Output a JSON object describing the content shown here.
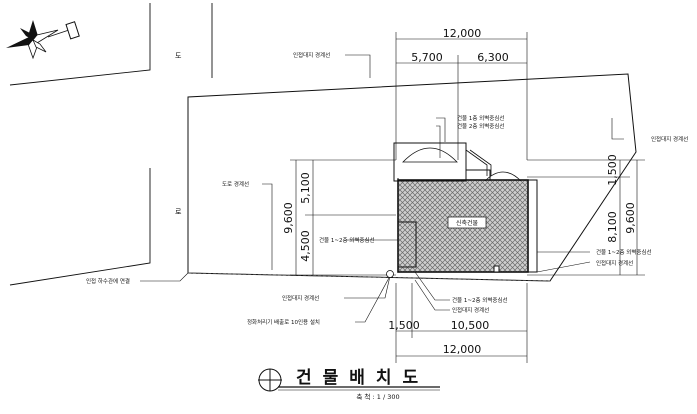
{
  "dimensions": {
    "top_total": "12,000",
    "top_left": "5,700",
    "top_right": "6,300",
    "bottom_left": "1,500",
    "bottom_right": "10,500",
    "bottom_total": "12,000",
    "left_total": "9,600",
    "left_upper": "5,100",
    "left_lower": "4,500",
    "right_top": "1,500",
    "right_middle": "8,100",
    "right_total": "9,600"
  },
  "roads": {
    "road_top": "도",
    "road_left": "로"
  },
  "annotations": {
    "adjacent_top": "인접대지 경계선",
    "floor1_line": "건물 1층 외벽중심선",
    "floor2_line": "건물 2층 외벽중심선",
    "adjacent_right": "인접대지 경계선",
    "road_boundary": "도로 경계선",
    "floor12_left": "건물 1~2층 외벽중심선",
    "floor12_right": "건물 1~2층 외벽중심선",
    "adjacent_right2": "인접대지 경계선",
    "sewer": "인접 하수관에 연결",
    "adjacent_bottom": "인접대지 경계선",
    "floor12_bottom": "건물 1~2층 외벽중심선",
    "adjacent_bottom2": "인접대지 경계선",
    "rainwater": "정화처리기 배출로 10인용 설치",
    "building": "신축건물"
  },
  "title": {
    "text": "건물배치도",
    "scale": "축 척 : 1 / 300"
  }
}
